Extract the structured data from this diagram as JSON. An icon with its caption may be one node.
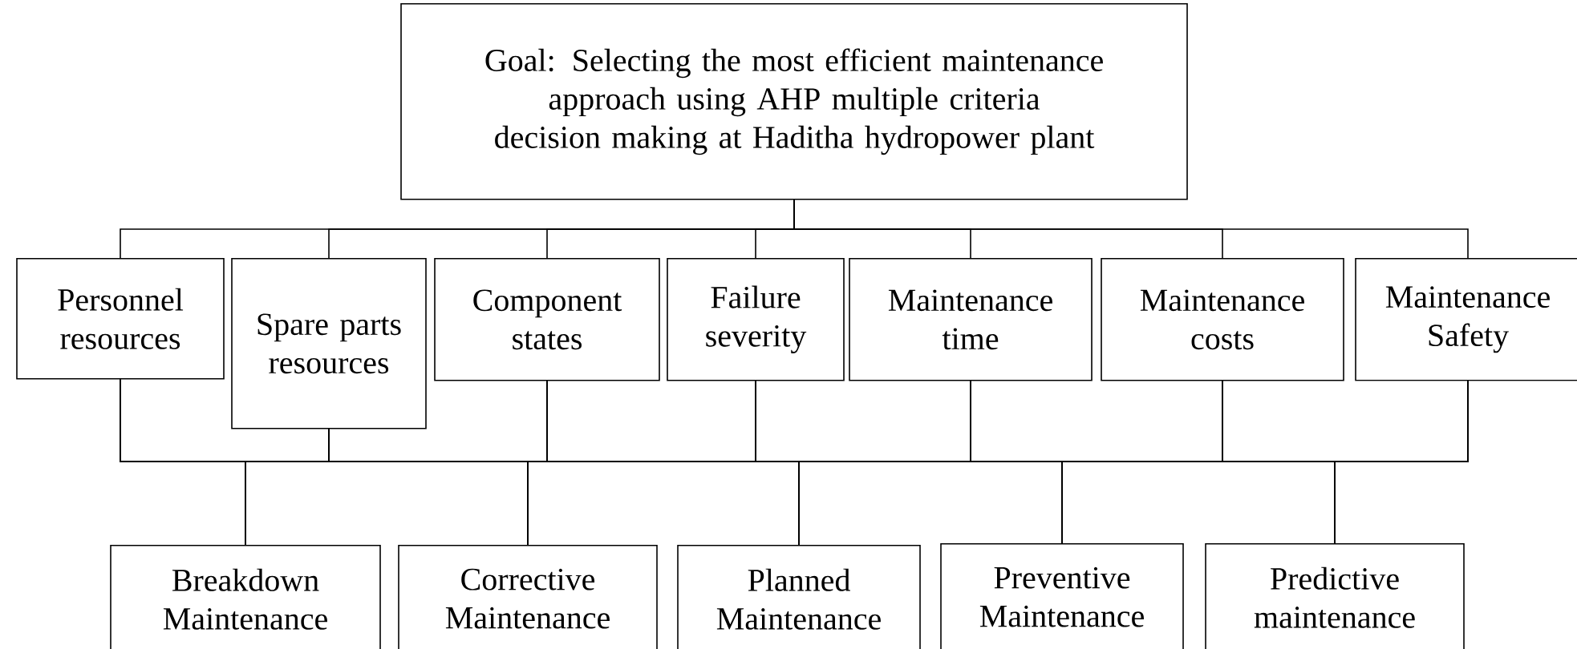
{
  "diagram": {
    "nodes": [
      {
        "text": [
          "Goal: Selecting the most efficient maintenance approach using AHP multiple criteria decision making at Haditha hydropower plant"
        ]
      },
      {
        "text": [
          "Personnel resources"
        ]
      },
      {
        "text": [
          "Spare parts resources"
        ]
      },
      {
        "text": [
          "Component states"
        ]
      },
      {
        "text": [
          "Failure severity"
        ]
      },
      {
        "text": [
          "Maintenance time"
        ]
      },
      {
        "text": [
          "Maintenance costs"
        ]
      },
      {
        "text": [
          "Maintenance Safety"
        ]
      },
      {
        "text": [
          "Breakdown Maintenance"
        ]
      },
      {
        "text": [
          "Corrective Maintenance"
        ]
      },
      {
        "text": [
          "Planned Maintenance"
        ]
      },
      {
        "text": [
          "Preventive Maintenance"
        ]
      },
      {
        "text": [
          "Predictive maintenance"
        ]
      }
    ],
    "edges": [
      {
        "from": 0,
        "to": 1,
        "arrow": "none"
      },
      {
        "from": 0,
        "to": 2,
        "arrow": "none"
      },
      {
        "from": 0,
        "to": 3,
        "arrow": "none"
      },
      {
        "from": 0,
        "to": 4,
        "arrow": "none"
      },
      {
        "from": 0,
        "to": 5,
        "arrow": "none"
      },
      {
        "from": 0,
        "to": 6,
        "arrow": "none"
      },
      {
        "from": 0,
        "to": 7,
        "arrow": "none"
      },
      {
        "from": 1,
        "to": 8,
        "arrow": "none"
      },
      {
        "from": 1,
        "to": 9,
        "arrow": "none"
      },
      {
        "from": 1,
        "to": 10,
        "arrow": "none"
      },
      {
        "from": 1,
        "to": 11,
        "arrow": "none"
      },
      {
        "from": 1,
        "to": 12,
        "arrow": "none"
      },
      {
        "from": 2,
        "to": 8,
        "arrow": "none"
      },
      {
        "from": 2,
        "to": 9,
        "arrow": "none"
      },
      {
        "from": 2,
        "to": 10,
        "arrow": "none"
      },
      {
        "from": 2,
        "to": 11,
        "arrow": "none"
      },
      {
        "from": 2,
        "to": 12,
        "arrow": "none"
      },
      {
        "from": 3,
        "to": 8,
        "arrow": "none"
      },
      {
        "from": 3,
        "to": 9,
        "arrow": "none"
      },
      {
        "from": 3,
        "to": 10,
        "arrow": "none"
      },
      {
        "from": 3,
        "to": 11,
        "arrow": "none"
      },
      {
        "from": 3,
        "to": 12,
        "arrow": "none"
      },
      {
        "from": 4,
        "to": 8,
        "arrow": "none"
      },
      {
        "from": 4,
        "to": 9,
        "arrow": "none"
      },
      {
        "from": 4,
        "to": 10,
        "arrow": "none"
      },
      {
        "from": 4,
        "to": 11,
        "arrow": "none"
      },
      {
        "from": 4,
        "to": 12,
        "arrow": "none"
      },
      {
        "from": 5,
        "to": 8,
        "arrow": "none"
      },
      {
        "from": 5,
        "to": 9,
        "arrow": "none"
      },
      {
        "from": 5,
        "to": 10,
        "arrow": "none"
      },
      {
        "from": 5,
        "to": 11,
        "arrow": "none"
      },
      {
        "from": 5,
        "to": 12,
        "arrow": "none"
      },
      {
        "from": 6,
        "to": 8,
        "arrow": "none"
      },
      {
        "from": 6,
        "to": 9,
        "arrow": "none"
      },
      {
        "from": 6,
        "to": 10,
        "arrow": "none"
      },
      {
        "from": 6,
        "to": 11,
        "arrow": "none"
      },
      {
        "from": 6,
        "to": 12,
        "arrow": "none"
      },
      {
        "from": 7,
        "to": 8,
        "arrow": "none"
      },
      {
        "from": 7,
        "to": 9,
        "arrow": "none"
      },
      {
        "from": 7,
        "to": 10,
        "arrow": "none"
      },
      {
        "from": 7,
        "to": 11,
        "arrow": "none"
      },
      {
        "from": 7,
        "to": 12,
        "arrow": "none"
      }
    ]
  }
}
